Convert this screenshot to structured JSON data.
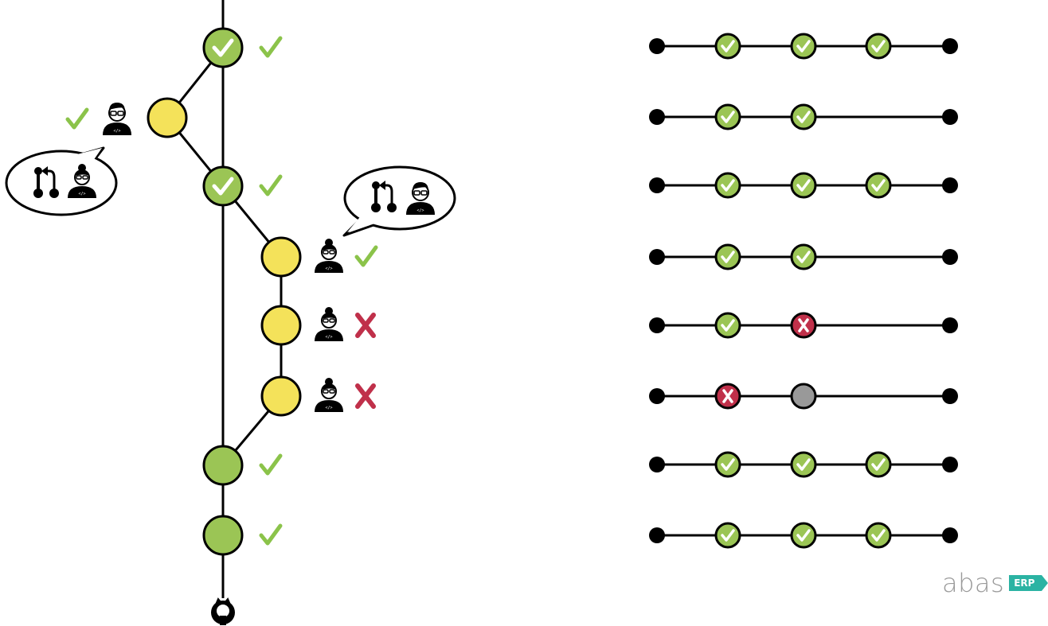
{
  "colors": {
    "line": "#000000",
    "node_green": "#9bc555",
    "node_yellow": "#f4e25a",
    "node_red": "#c0304a",
    "node_gray": "#999999",
    "check": "#8bc34a",
    "cross": "#c0304a"
  },
  "git_graph": {
    "main_commits": [
      {
        "status": "green",
        "icon": "checkmark-icon",
        "result": "pass"
      },
      {
        "status": "green",
        "icon": "checkmark-icon",
        "result": "pass"
      },
      {
        "status": "green",
        "icon": "",
        "result": "pass"
      },
      {
        "status": "green",
        "icon": "",
        "result": "pass"
      }
    ],
    "branch_one": {
      "commits": [
        {
          "status": "yellow",
          "developer": "male-developer-icon",
          "result": "pass"
        }
      ],
      "speech_bubble": {
        "icons": [
          "merge-request-icon",
          "female-developer-icon"
        ]
      }
    },
    "branch_two": {
      "commits": [
        {
          "status": "yellow",
          "developer": "female-developer-icon",
          "result": "pass"
        },
        {
          "status": "yellow",
          "developer": "female-developer-icon",
          "result": "fail"
        },
        {
          "status": "yellow",
          "developer": "female-developer-icon",
          "result": "fail"
        }
      ],
      "speech_bubble": {
        "icons": [
          "merge-request-icon",
          "male-developer-icon"
        ]
      }
    },
    "origin_icon": "github-icon"
  },
  "pipelines": [
    {
      "stages": [
        "pass",
        "pass",
        "pass"
      ]
    },
    {
      "stages": [
        "pass",
        "pass"
      ]
    },
    {
      "stages": [
        "pass",
        "pass",
        "pass"
      ]
    },
    {
      "stages": [
        "pass",
        "pass"
      ]
    },
    {
      "stages": [
        "pass",
        "fail"
      ]
    },
    {
      "stages": [
        "fail",
        "pending"
      ]
    },
    {
      "stages": [
        "pass",
        "pass",
        "pass"
      ]
    },
    {
      "stages": [
        "pass",
        "pass",
        "pass"
      ]
    }
  ],
  "logo": {
    "word": "abas",
    "badge": "ERP"
  }
}
